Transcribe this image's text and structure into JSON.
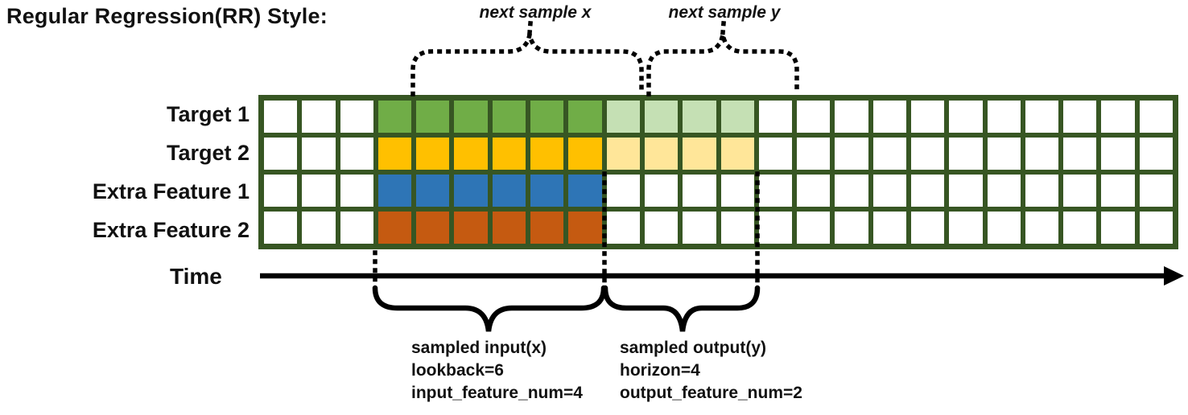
{
  "title": "Regular Regression(RR) Style:",
  "colors": {
    "grid_line": "#375623",
    "cell_empty": "#FFFFFF",
    "target1_lookback": "#70AD47",
    "target1_horizon": "#C5E0B4",
    "target2_lookback": "#FFC000",
    "target2_horizon": "#FFE699",
    "extra_feature1_lookback": "#2E75B6",
    "extra_feature2_lookback": "#C55A11",
    "annotation_ink": "#000000"
  },
  "grid": {
    "num_columns": 24,
    "num_rows": 4,
    "lookback_start_col": 3,
    "lookback": 6,
    "horizon": 4,
    "rows": [
      {
        "label": "Target 1",
        "lookback_color": "#70AD47",
        "horizon_color": "#C5E0B4"
      },
      {
        "label": "Target 2",
        "lookback_color": "#FFC000",
        "horizon_color": "#FFE699"
      },
      {
        "label": "Extra Feature 1",
        "lookback_color": "#2E75B6",
        "horizon_color": "#FFFFFF"
      },
      {
        "label": "Extra Feature 2",
        "lookback_color": "#C55A11",
        "horizon_color": "#FFFFFF"
      }
    ]
  },
  "annotations": {
    "next_sample_x": "next sample x",
    "next_sample_y": "next sample y",
    "time_label": "Time",
    "input_block": {
      "line1": "sampled input(x)",
      "line2": "lookback=6",
      "line3": "input_feature_num=4"
    },
    "output_block": {
      "line1": "sampled output(y)",
      "line2": "horizon=4",
      "line3": "output_feature_num=2"
    }
  }
}
